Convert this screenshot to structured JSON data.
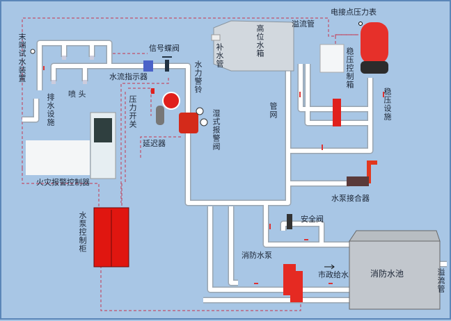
{
  "labels": {
    "end_test_device": "末端试水装置",
    "drain_facility": "排水设施",
    "sprinkler_head": "喷 头",
    "signal_butterfly_valve": "信号蝶阀",
    "water_flow_indicator": "水流指示器",
    "water_motor_gong": "水力警铃",
    "pressure_switch": "压力开关",
    "retard_chamber": "延迟器",
    "wet_alarm_valve": "湿式报警阀",
    "fire_alarm_controller": "火灾报警控制器",
    "pump_control_cabinet": "水泵控制柜",
    "makeup_pipe": "补水管",
    "high_level_tank": "高位水箱",
    "overflow_pipe_top": "溢流管",
    "electric_contact_gauge": "电接点压力表",
    "pressure_control_box": "稳压控制箱",
    "pressure_stabilizing_facility": "稳压设施",
    "pipe_network": "管网",
    "pump_adapter": "水泵接合器",
    "safety_valve": "安全阀",
    "fire_pump": "消防水泵",
    "municipal_water": "市政给水",
    "fire_pool": "消防水池",
    "overflow_pipe_pool": "溢流管"
  },
  "colors": {
    "background": "#a8c6e5",
    "pipe": "#ffffff",
    "equipment_red": "#e0201c",
    "signal_line": "#c0506a"
  }
}
